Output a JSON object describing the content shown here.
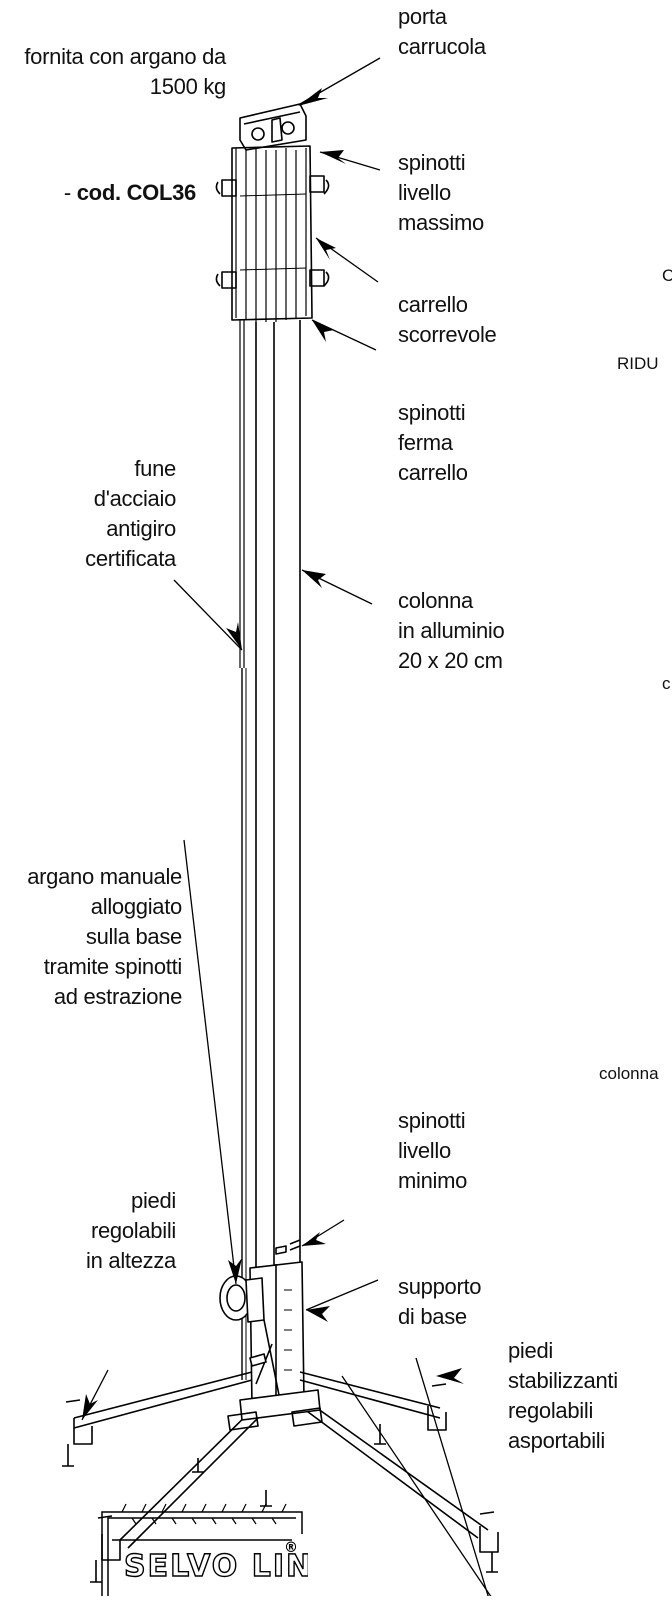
{
  "labels": {
    "winch_capacity": "fornita con argano da\n1500 kg",
    "code_prefix": "- ",
    "code": "cod. COL36",
    "pulley_holder": "porta\ncarrucola",
    "max_level_pins": "spinotti\nlivello\nmassimo",
    "sliding_carriage": "carrello\nscorrevole",
    "carriage_stop_pins": "spinotti\nferma\ncarrello",
    "steel_cable": "fune\nd'acciaio\nantigiro\ncertificata",
    "aluminium_column": "colonna\nin alluminio\n20 x 20 cm",
    "manual_winch": "argano manuale\nalloggiato\nsulla base\ntramite spinotti\nad estrazione",
    "min_level_pins": "spinotti\nlivello\nminimo",
    "adjustable_feet": "piedi\nregolabili\nin altezza",
    "base_support": "supporto\ndi base",
    "stabilizer_feet": "piedi\nstabilizzanti\nregolabili\nasportabili"
  },
  "cut_labels": {
    "cut1": "C",
    "cut2": "RIDU",
    "cut3": "c",
    "cut4": "colonna"
  },
  "logo": {
    "text": "SELVO LINE",
    "mark": "®"
  }
}
